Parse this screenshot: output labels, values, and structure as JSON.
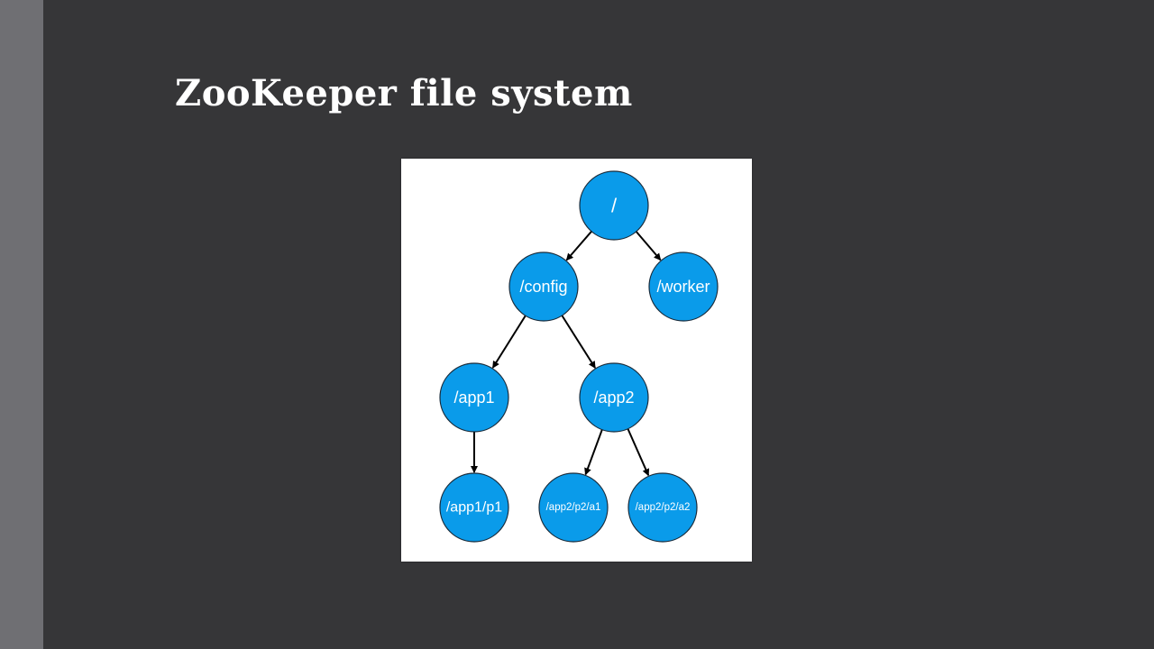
{
  "slide": {
    "title": "ZooKeeper file system"
  },
  "colors": {
    "background": "#363638",
    "side_bar": "#6f6f73",
    "node_fill": "#0a9bea",
    "title_text": "#ffffff"
  },
  "tree": {
    "nodes": [
      {
        "id": "root",
        "label": "/"
      },
      {
        "id": "config",
        "label": "/config"
      },
      {
        "id": "worker",
        "label": "/worker"
      },
      {
        "id": "app1",
        "label": "/app1"
      },
      {
        "id": "app2",
        "label": "/app2"
      },
      {
        "id": "app1_p1",
        "label": "/app1/p1"
      },
      {
        "id": "app2_p2_a1",
        "label": "/app2/p2/a1"
      },
      {
        "id": "app2_p2_a2",
        "label": "/app2/p2/a2"
      }
    ],
    "edges": [
      {
        "from": "root",
        "to": "config"
      },
      {
        "from": "root",
        "to": "worker"
      },
      {
        "from": "config",
        "to": "app1"
      },
      {
        "from": "config",
        "to": "app2"
      },
      {
        "from": "app1",
        "to": "app1_p1"
      },
      {
        "from": "app2",
        "to": "app2_p2_a1"
      },
      {
        "from": "app2",
        "to": "app2_p2_a2"
      }
    ]
  }
}
